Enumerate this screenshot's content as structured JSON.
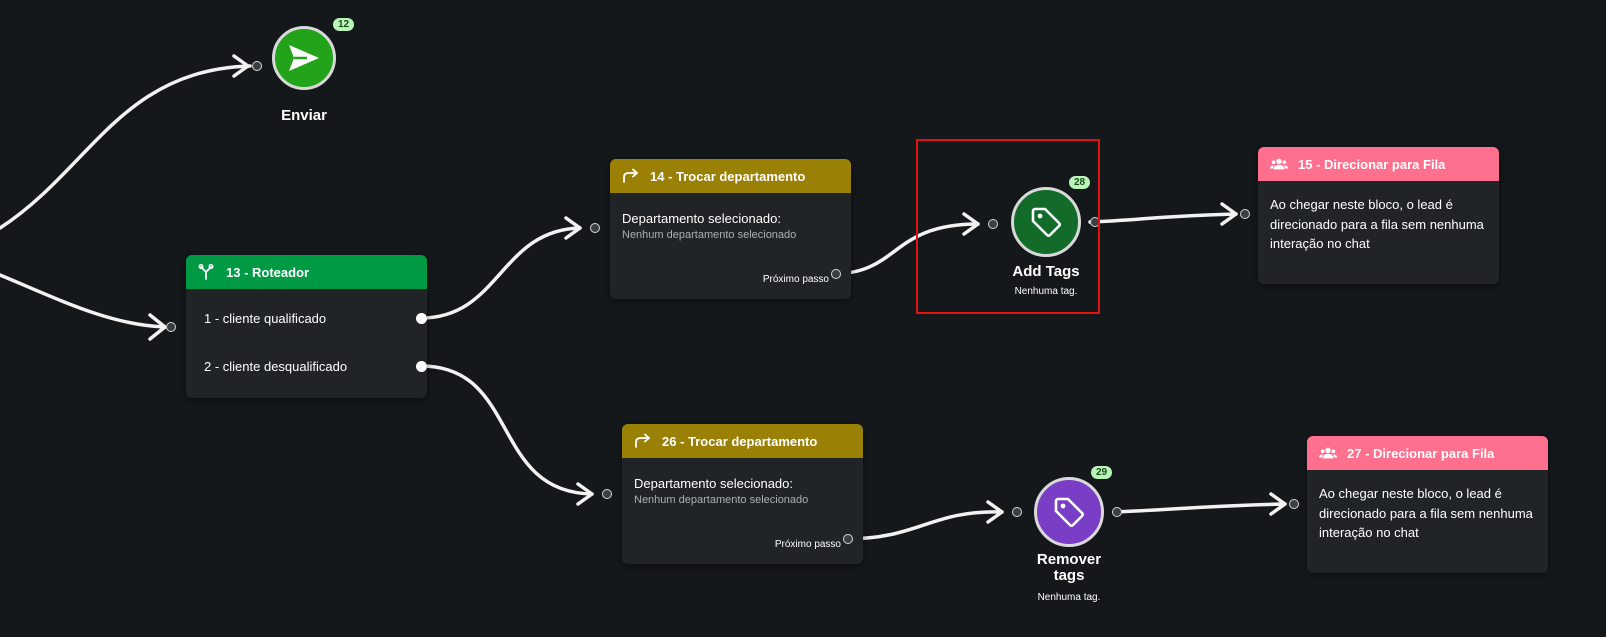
{
  "nodes": {
    "enviar": {
      "title": "Enviar",
      "badge": "12",
      "icon": "send-icon",
      "color": "#22a31a"
    },
    "roteador": {
      "title": "13 - Roteador",
      "icon": "fork-icon",
      "options": [
        "1 - cliente qualificado",
        "2 - cliente desqualificado"
      ]
    },
    "trocar14": {
      "title": "14 - Trocar departamento",
      "icon": "redo-arrow-icon",
      "label": "Departamento selecionado:",
      "value": "Nenhum departamento selecionado",
      "next": "Próximo passo"
    },
    "trocar26": {
      "title": "26 - Trocar departamento",
      "icon": "redo-arrow-icon",
      "label": "Departamento selecionado:",
      "value": "Nenhum departamento selecionado",
      "next": "Próximo passo"
    },
    "addtags": {
      "title": "Add Tags",
      "subtitle": "Nenhuma tag.",
      "badge": "28",
      "icon": "tag-icon",
      "color": "#136b2a"
    },
    "removertags": {
      "title_line1": "Remover",
      "title_line2": "tags",
      "subtitle": "Nenhuma tag.",
      "badge": "29",
      "icon": "tag-icon",
      "color": "#7a3ec6"
    },
    "fila15": {
      "title": "15 - Direcionar para Fila",
      "icon": "users-icon",
      "text": "Ao chegar neste bloco, o lead é direcionado para a fila sem nenhuma interação no chat"
    },
    "fila27": {
      "title": "27 - Direcionar para Fila",
      "icon": "users-icon",
      "text": "Ao chegar neste bloco, o lead é direcionado para a fila sem nenhuma interação no chat"
    }
  },
  "colors": {
    "canvas": "#14181b",
    "card": "#202427",
    "header_green": "#009a44",
    "header_olive": "#9a8105",
    "header_pink": "#ff6f8e",
    "selection": "#e01313"
  }
}
